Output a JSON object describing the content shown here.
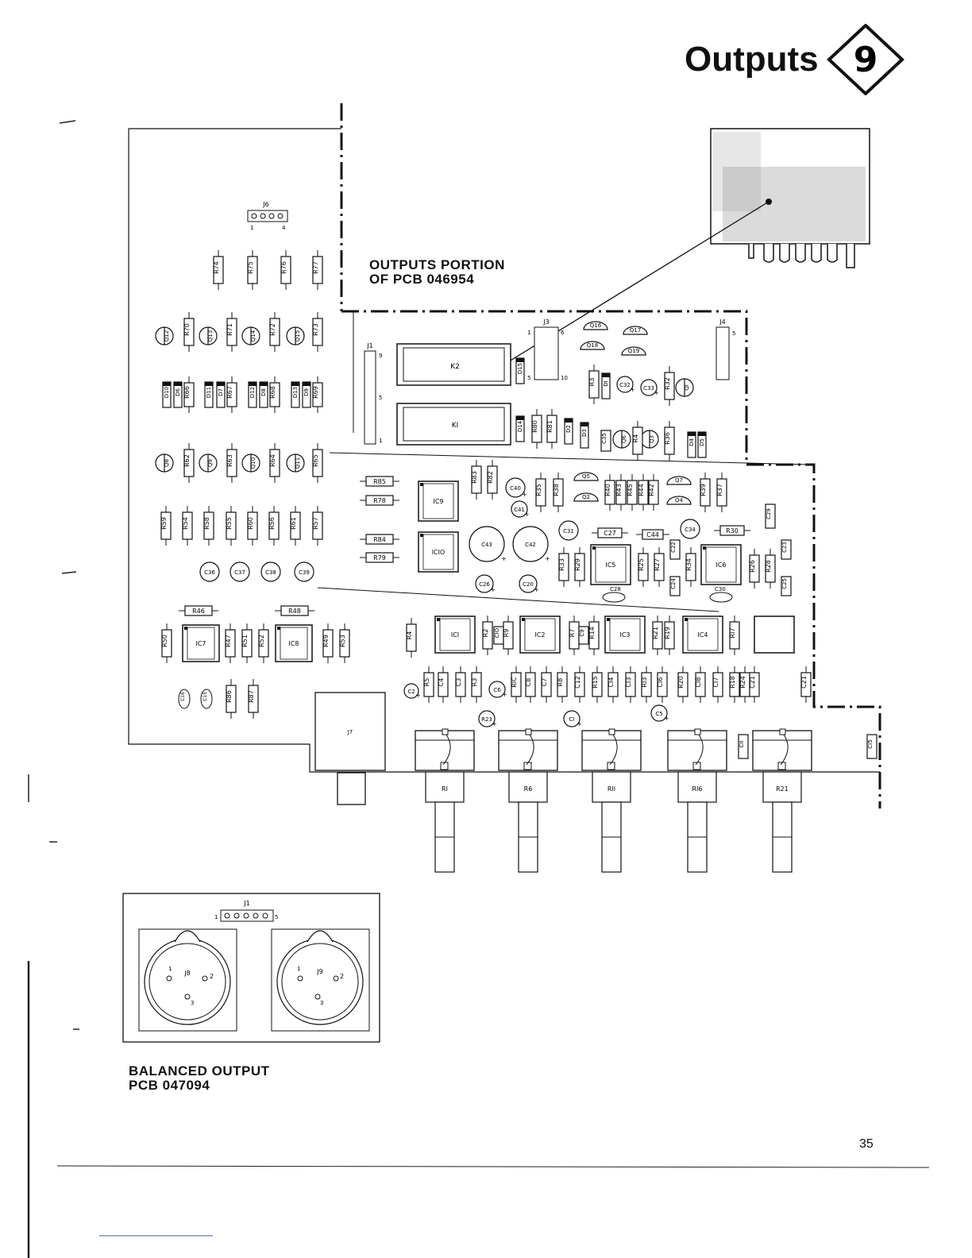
{
  "header": {
    "title": "Outputs",
    "section_number": "9"
  },
  "main_pcb": {
    "caption_line1": "OUTPUTS PORTION",
    "caption_line2": "OF PCB 046954",
    "jumper_j6": {
      "label": "J6",
      "pin_start": "1",
      "pin_end": "4"
    },
    "connector_j1": {
      "label": "J1",
      "pin_top": "9",
      "pin_mid": "5",
      "pin_bottom": "1"
    },
    "connector_j3": {
      "label": "J3",
      "pin_tl": "1",
      "pin_tr": "6",
      "pin_bl": "5",
      "pin_br": "10"
    },
    "connector_j4": {
      "label": "J4",
      "pin": "5"
    },
    "jack_j7": "J7",
    "relays": [
      "K2",
      "KI"
    ],
    "top_resistors": [
      "R74",
      "R75",
      "R76",
      "R77"
    ],
    "transistor_row1": [
      {
        "q": "Q12",
        "r": "R70"
      },
      {
        "q": "Q13",
        "r": "R71"
      },
      {
        "q": "Q14",
        "r": "R72"
      },
      {
        "q": "Q15",
        "r": "R73"
      }
    ],
    "diode_row": [
      [
        "D10",
        "D6",
        "R66"
      ],
      [
        "D11",
        "D7",
        "R67"
      ],
      [
        "D12",
        "D8",
        "R68"
      ],
      [
        "D13",
        "D9",
        "R69"
      ]
    ],
    "transistor_row2": [
      {
        "q": "Q8",
        "r": "R62"
      },
      {
        "q": "Q9",
        "r": "R63"
      },
      {
        "q": "Q10",
        "r": "R64"
      },
      {
        "q": "Q11",
        "r": "R65"
      }
    ],
    "resistor_row3": [
      "R59",
      "R54",
      "R58",
      "R55",
      "R60",
      "R56",
      "R61",
      "R57"
    ],
    "cap_row": [
      "C36",
      "C37",
      "C38",
      "C39"
    ],
    "horiz_resistors_left": [
      "R46",
      "R48"
    ],
    "left_ics": [
      "IC7",
      "IC8"
    ],
    "left_bottom_resistors": [
      "R50",
      "R47",
      "R51",
      "R52",
      "R49",
      "R53"
    ],
    "left_small_caps": [
      "C16",
      "C15"
    ],
    "left_lower_resistors": [
      "R86",
      "R87"
    ],
    "mid_horiz_resistors": [
      "R85",
      "R78",
      "R84",
      "R79"
    ],
    "mid_ics": [
      "IC9",
      "ICIO"
    ],
    "mid_vert_resistors": [
      "R83",
      "R82",
      "R35",
      "R38"
    ],
    "mid_caps": [
      "C40",
      "C41",
      "C43",
      "C42",
      "C26",
      "C20",
      "C31"
    ],
    "upper_right": {
      "transistors": [
        "Q16",
        "Q17",
        "Q18",
        "Q19",
        "QI",
        "Q6",
        "Q3",
        "Q5",
        "Q2",
        "Q7",
        "Q4"
      ],
      "diodes": [
        "D15",
        "D14",
        "D2",
        "D3",
        "DI",
        "D4",
        "D5"
      ],
      "resistors": [
        "R3",
        "R32",
        "R80",
        "R81",
        "R4",
        "R36",
        "R40",
        "R43",
        "R45",
        "R44",
        "R42",
        "R39",
        "R37"
      ],
      "caps": [
        "C32",
        "C33",
        "C35"
      ]
    },
    "right_mid": {
      "ics": [
        "IC5",
        "IC6"
      ],
      "labels": [
        "C27",
        "C44",
        "C34",
        "R30",
        "C29",
        "C22",
        "C23",
        "R33",
        "R29",
        "R25",
        "R27",
        "R34",
        "R26",
        "R28",
        "C24",
        "C25",
        "C28",
        "C30"
      ]
    },
    "lower_ics": [
      "ICI",
      "IC2",
      "IC3",
      "IC4"
    ],
    "lower_labels": [
      "R4",
      "R2",
      "CIO",
      "R9",
      "R7",
      "C9",
      "R14",
      "R21",
      "R19",
      "RI7"
    ],
    "bottom_labels": [
      "C2",
      "R5",
      "C4",
      "C3",
      "R3",
      "C6",
      "RIC",
      "C8",
      "C7",
      "R8",
      "C12",
      "R15",
      "CI4",
      "CI3",
      "RI3",
      "CI6",
      "R20",
      "CI8",
      "CI7",
      "R18",
      "R24",
      "C21",
      "R23",
      "CI",
      "C5",
      "CII",
      "CI5",
      "CI9"
    ],
    "pots": [
      "RI",
      "R6",
      "RII",
      "RI6",
      "R21"
    ]
  },
  "balanced_pcb": {
    "caption_line1": "BALANCED OUTPUT",
    "caption_line2": "PCB 047094",
    "connector_j1": {
      "label": "J1",
      "pin_start": "1",
      "pin_end": "5"
    },
    "xlr": [
      {
        "label": "J8",
        "pin1": "1",
        "pin2": "2",
        "pin3": "3"
      },
      {
        "label": "J9",
        "pin1": "1",
        "pin2": "2",
        "pin3": "3"
      }
    ]
  },
  "page_number": "35"
}
